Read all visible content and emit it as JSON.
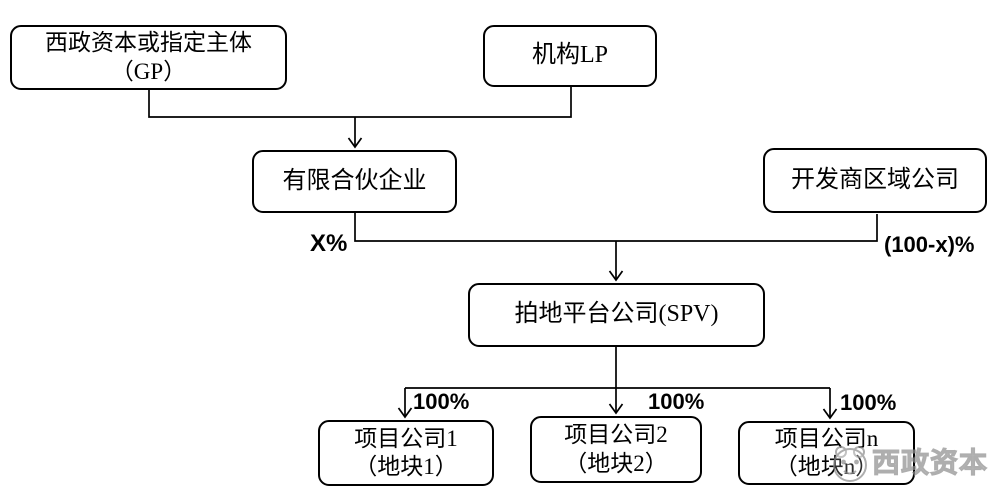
{
  "diagram": {
    "title_hint": "equity-structure-flowchart",
    "nodes": {
      "gp": {
        "line1": "西政资本或指定主体",
        "line2": "（GP）"
      },
      "lp": {
        "label": "机构LP"
      },
      "partnership": {
        "label": "有限合伙企业"
      },
      "developer": {
        "label": "开发商区域公司"
      },
      "spv": {
        "label": "拍地平台公司(SPV)"
      },
      "project1": {
        "line1": "项目公司1",
        "line2": "（地块1）"
      },
      "project2": {
        "line1": "项目公司2",
        "line2": "（地块2）"
      },
      "project3": {
        "line1": "项目公司n",
        "line2": "（地块n）"
      }
    },
    "edge_labels": {
      "partnership_share": "X%",
      "developer_share": "(100-x)%",
      "project1_share": "100%",
      "project2_share": "100%",
      "project3_share": "100%"
    },
    "watermark": {
      "text": "西政资本",
      "logo": "panda-face-icon"
    },
    "colors": {
      "background": "#ffffff",
      "line": "#000000",
      "box_border": "#000000",
      "box_fill": "#ffffff",
      "watermark_gray": "#9a9a9a"
    }
  }
}
